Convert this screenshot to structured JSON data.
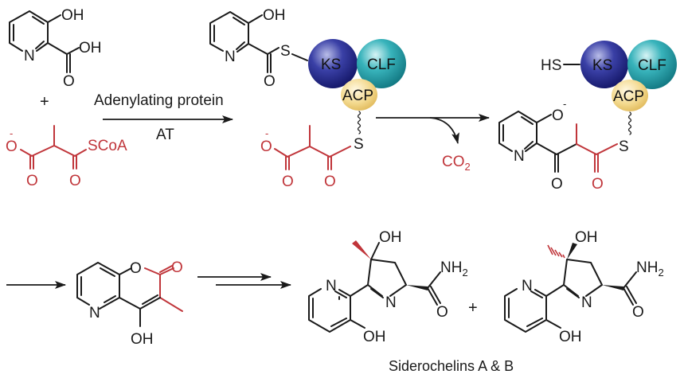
{
  "figure": {
    "title": "Siderochelin biosynthesis scheme",
    "colors": {
      "bond": "#1a1a1a",
      "highlight": "#c0353a",
      "ks": "#2b2f8f",
      "clf": "#2aa6b0",
      "acp": "#f0cf7a"
    }
  },
  "atoms": {
    "oh": "OH",
    "n": "N",
    "o": "O",
    "o_minus": "O",
    "minus": "-",
    "s": "S",
    "hs": "HS",
    "scoa": "SCoA",
    "nh": "NH",
    "sub2": "2",
    "co": "CO"
  },
  "domains": {
    "ks": "KS",
    "clf": "CLF",
    "acp": "ACP"
  },
  "arrows": {
    "step1_top": "Adenylating protein",
    "step1_bottom": "AT"
  },
  "misc": {
    "plus": "+"
  },
  "products": {
    "caption": "Siderochelins A & B"
  }
}
